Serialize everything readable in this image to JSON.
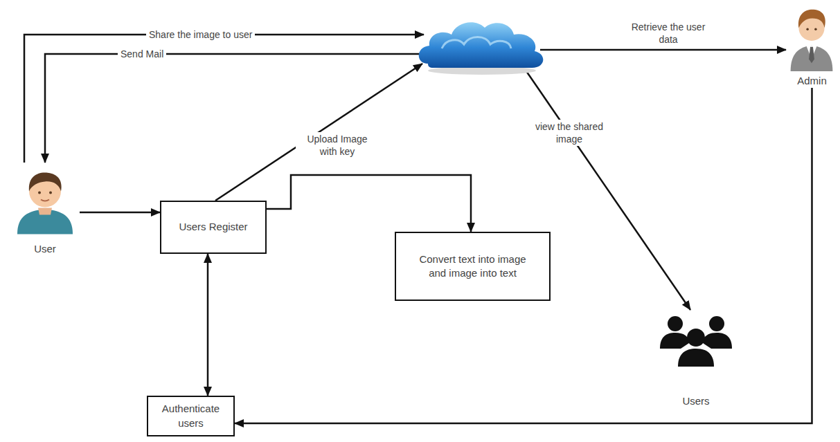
{
  "diagram": {
    "nodes": [
      {
        "text": [
          "User"
        ]
      },
      {
        "text": [
          "Users Register"
        ]
      },
      {
        "text": [
          "Convert text into image and image into text"
        ]
      },
      {
        "text": [
          "Authenticate users"
        ]
      },
      {
        "text": []
      },
      {
        "text": [
          "Admin"
        ]
      },
      {
        "text": [
          "Users"
        ]
      }
    ],
    "edges": [
      {
        "from": 0,
        "to": 4,
        "arrow": "to",
        "label": "Share the image to user"
      },
      {
        "from": 4,
        "to": 0,
        "arrow": "to",
        "label": "Send Mail"
      },
      {
        "from": 0,
        "to": 1,
        "arrow": "to"
      },
      {
        "from": 1,
        "to": 4,
        "arrow": "to",
        "label": "Upload Image with key"
      },
      {
        "from": 1,
        "to": 2,
        "arrow": "to"
      },
      {
        "from": 1,
        "to": 3,
        "arrow": "both"
      },
      {
        "from": 4,
        "to": 5,
        "arrow": "to",
        "label": "Retrieve the user data"
      },
      {
        "from": 4,
        "to": 6,
        "arrow": "to",
        "label": "view the shared image"
      },
      {
        "from": 5,
        "to": 3,
        "arrow": "to"
      }
    ]
  }
}
